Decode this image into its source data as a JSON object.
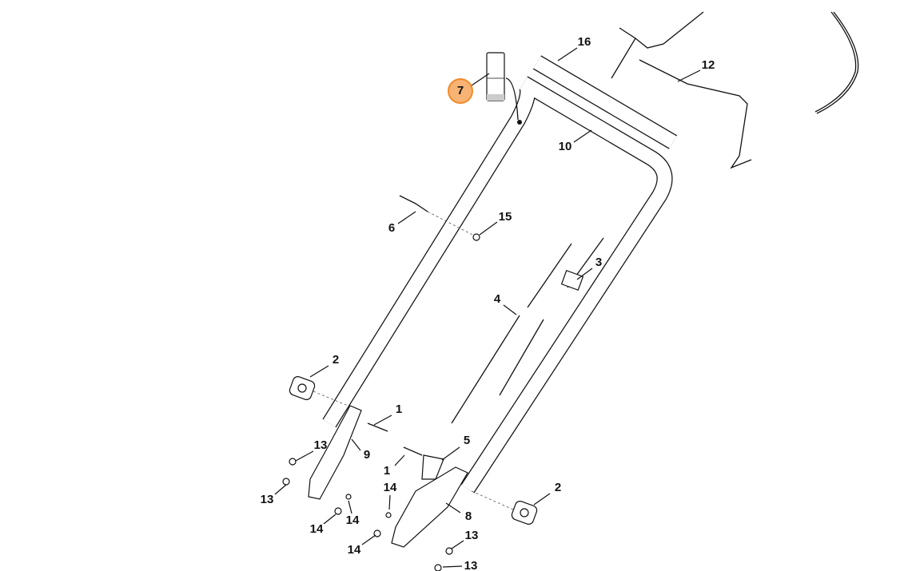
{
  "diagram": {
    "highlight_color": "#f5a65b",
    "callouts": [
      {
        "id": "16",
        "label": "16"
      },
      {
        "id": "7",
        "label": "7"
      },
      {
        "id": "10",
        "label": "10"
      },
      {
        "id": "12",
        "label": "12"
      },
      {
        "id": "6",
        "label": "6"
      },
      {
        "id": "15",
        "label": "15"
      },
      {
        "id": "3",
        "label": "3"
      },
      {
        "id": "4",
        "label": "4"
      },
      {
        "id": "2a",
        "label": "2"
      },
      {
        "id": "1a",
        "label": "1"
      },
      {
        "id": "9",
        "label": "9"
      },
      {
        "id": "13a",
        "label": "13"
      },
      {
        "id": "5",
        "label": "5"
      },
      {
        "id": "1b",
        "label": "1"
      },
      {
        "id": "14a",
        "label": "14"
      },
      {
        "id": "13b",
        "label": "13"
      },
      {
        "id": "14b",
        "label": "14"
      },
      {
        "id": "14c",
        "label": "14"
      },
      {
        "id": "8",
        "label": "8"
      },
      {
        "id": "2b",
        "label": "2"
      },
      {
        "id": "14d",
        "label": "14"
      },
      {
        "id": "13c",
        "label": "13"
      },
      {
        "id": "13d",
        "label": "13"
      }
    ]
  }
}
